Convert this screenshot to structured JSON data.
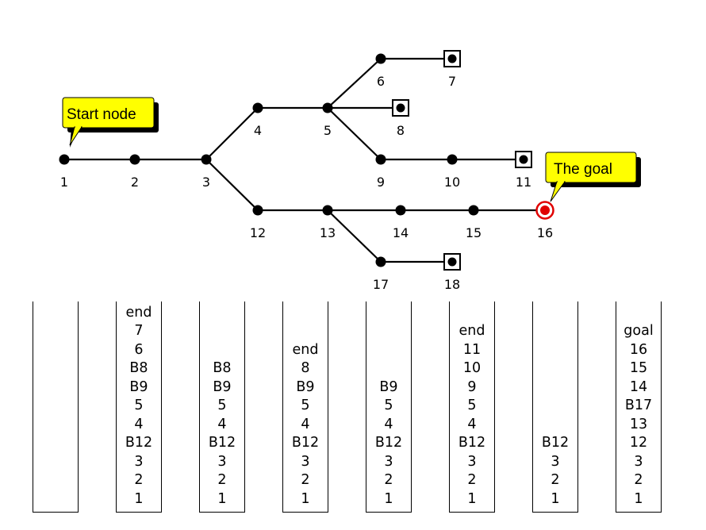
{
  "callouts": {
    "start": "Start node",
    "goal": "The goal"
  },
  "nodes": [
    {
      "id": "1",
      "label": "1",
      "type": "normal"
    },
    {
      "id": "2",
      "label": "2",
      "type": "normal"
    },
    {
      "id": "3",
      "label": "3",
      "type": "normal"
    },
    {
      "id": "4",
      "label": "4",
      "type": "normal"
    },
    {
      "id": "5",
      "label": "5",
      "type": "normal"
    },
    {
      "id": "6",
      "label": "6",
      "type": "normal"
    },
    {
      "id": "7",
      "label": "7",
      "type": "dead-end"
    },
    {
      "id": "8",
      "label": "8",
      "type": "dead-end"
    },
    {
      "id": "9",
      "label": "9",
      "type": "normal"
    },
    {
      "id": "10",
      "label": "10",
      "type": "normal"
    },
    {
      "id": "11",
      "label": "11",
      "type": "dead-end"
    },
    {
      "id": "12",
      "label": "12",
      "type": "normal"
    },
    {
      "id": "13",
      "label": "13",
      "type": "normal"
    },
    {
      "id": "14",
      "label": "14",
      "type": "normal"
    },
    {
      "id": "15",
      "label": "15",
      "type": "normal"
    },
    {
      "id": "16",
      "label": "16",
      "type": "goal"
    },
    {
      "id": "17",
      "label": "17",
      "type": "normal"
    },
    {
      "id": "18",
      "label": "18",
      "type": "dead-end"
    }
  ],
  "edges": [
    [
      "1",
      "2"
    ],
    [
      "2",
      "3"
    ],
    [
      "3",
      "4"
    ],
    [
      "3",
      "12"
    ],
    [
      "4",
      "5"
    ],
    [
      "5",
      "6"
    ],
    [
      "6",
      "7"
    ],
    [
      "5",
      "8"
    ],
    [
      "5",
      "9"
    ],
    [
      "9",
      "10"
    ],
    [
      "10",
      "11"
    ],
    [
      "12",
      "13"
    ],
    [
      "13",
      "14"
    ],
    [
      "14",
      "15"
    ],
    [
      "15",
      "16"
    ],
    [
      "13",
      "17"
    ],
    [
      "17",
      "18"
    ]
  ],
  "stacks": [
    [],
    [
      "end",
      "7",
      "6",
      "B8",
      "B9",
      "5",
      "4",
      "B12",
      "3",
      "2",
      "1"
    ],
    [
      "B8",
      "B9",
      "5",
      "4",
      "B12",
      "3",
      "2",
      "1"
    ],
    [
      "end",
      "8",
      "B9",
      "5",
      "4",
      "B12",
      "3",
      "2",
      "1"
    ],
    [
      "B9",
      "5",
      "4",
      "B12",
      "3",
      "2",
      "1"
    ],
    [
      "end",
      "11",
      "10",
      "9",
      "5",
      "4",
      "B12",
      "3",
      "2",
      "1"
    ],
    [
      "B12",
      "3",
      "2",
      "1"
    ],
    [
      "goal",
      "16",
      "15",
      "14",
      "B17",
      "13",
      "12",
      "3",
      "2",
      "1"
    ]
  ]
}
